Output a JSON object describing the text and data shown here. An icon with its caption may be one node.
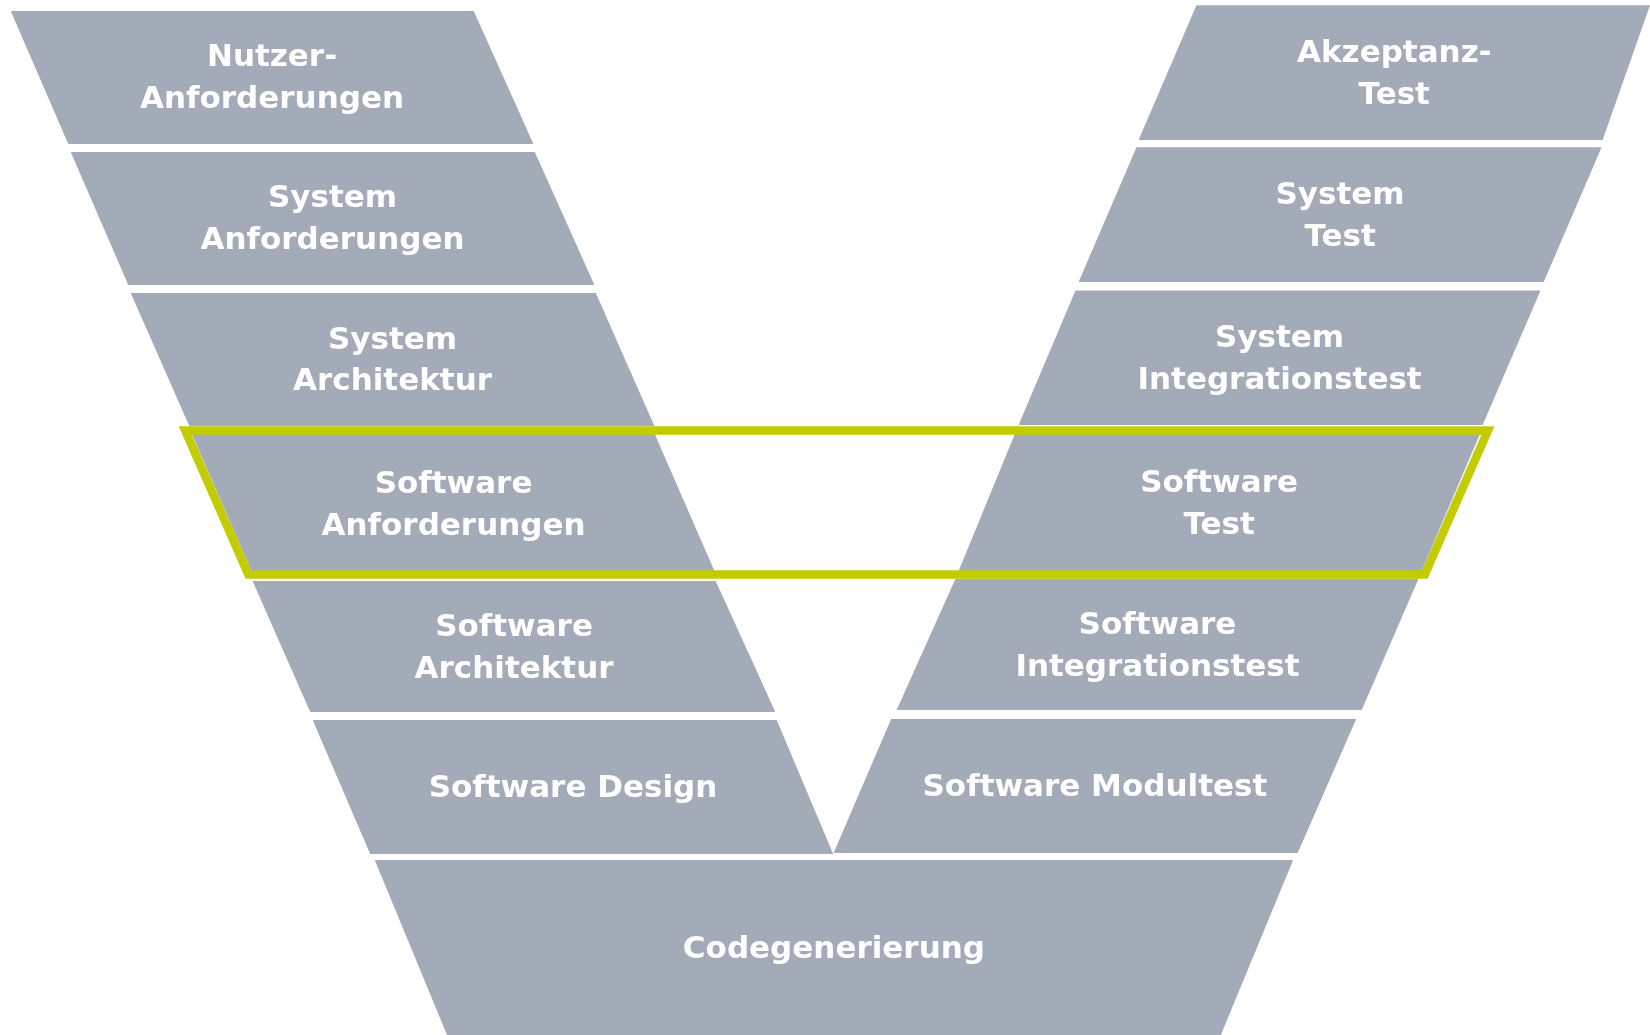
{
  "diagram": {
    "nodes": [
      {
        "text": [
          "Nutzer- Anforderungen"
        ]
      },
      {
        "text": [
          "System Anforderungen"
        ]
      },
      {
        "text": [
          "System Architektur"
        ]
      },
      {
        "text": [
          "Software Anforderungen"
        ]
      },
      {
        "text": [
          "Software Architektur"
        ]
      },
      {
        "text": [
          "Software Design"
        ]
      },
      {
        "text": [
          "Akzeptanz- Test"
        ]
      },
      {
        "text": [
          "System Test"
        ]
      },
      {
        "text": [
          "System Integrationstest"
        ]
      },
      {
        "text": [
          "Software Test"
        ]
      },
      {
        "text": [
          "Software Integrationstest"
        ]
      },
      {
        "text": [
          "Software Modultest"
        ]
      },
      {
        "text": [
          "Codegenerierung"
        ]
      }
    ]
  }
}
